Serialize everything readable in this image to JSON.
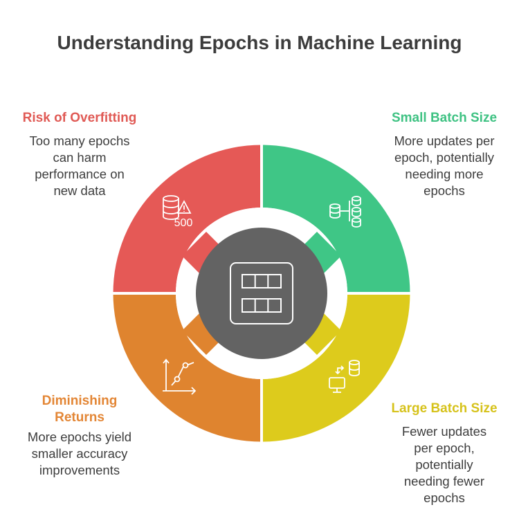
{
  "title": "Understanding Epochs in Machine Learning",
  "colors": {
    "red": "#e55956",
    "green": "#3fc686",
    "yellow": "#ddcb1c",
    "orange": "#df842f",
    "center": "#636363"
  },
  "sections": {
    "top_left": {
      "heading": "Risk of Overfitting",
      "description": [
        "Too many epochs",
        "can harm",
        "performance on",
        "new data"
      ],
      "icon": "database-warning-icon",
      "icon_text": "500"
    },
    "top_right": {
      "heading": "Small Batch Size",
      "description": [
        "More updates per",
        "epoch, potentially",
        "needing more",
        "epochs"
      ],
      "icon": "database-stack-icon"
    },
    "bottom_left": {
      "heading": [
        "Diminishing",
        "Returns"
      ],
      "description": [
        "More epochs yield",
        "smaller accuracy",
        "improvements"
      ],
      "icon": "line-chart-icon"
    },
    "bottom_right": {
      "heading": "Large Batch Size",
      "description": [
        "Fewer updates",
        "per epoch,",
        "potentially",
        "needing fewer",
        "epochs"
      ],
      "icon": "database-transfer-icon"
    },
    "center": {
      "icon": "grid-table-icon"
    }
  }
}
